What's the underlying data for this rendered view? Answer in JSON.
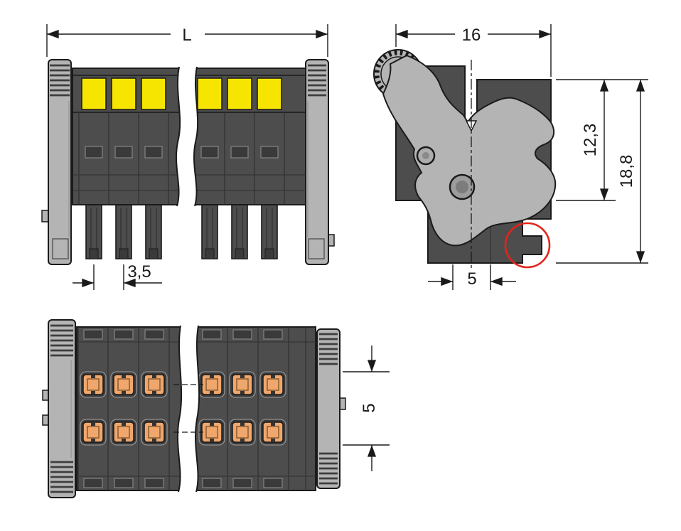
{
  "dimensions": {
    "front_length": "L",
    "front_pitch": "3,5",
    "side_width": "16",
    "side_upper_height": "12,3",
    "side_total_height": "18,8",
    "side_foot_offset": "5",
    "top_row_spacing": "5"
  },
  "colors": {
    "background": "#ffffff",
    "line": "#1a1a1a",
    "body": "#4d4d4d",
    "body_dark": "#3a3a3a",
    "plate": "#b4b4b4",
    "button_yellow": "#f6e500",
    "contact_orange": "#efa76e",
    "highlight_red": "#e2251b"
  }
}
